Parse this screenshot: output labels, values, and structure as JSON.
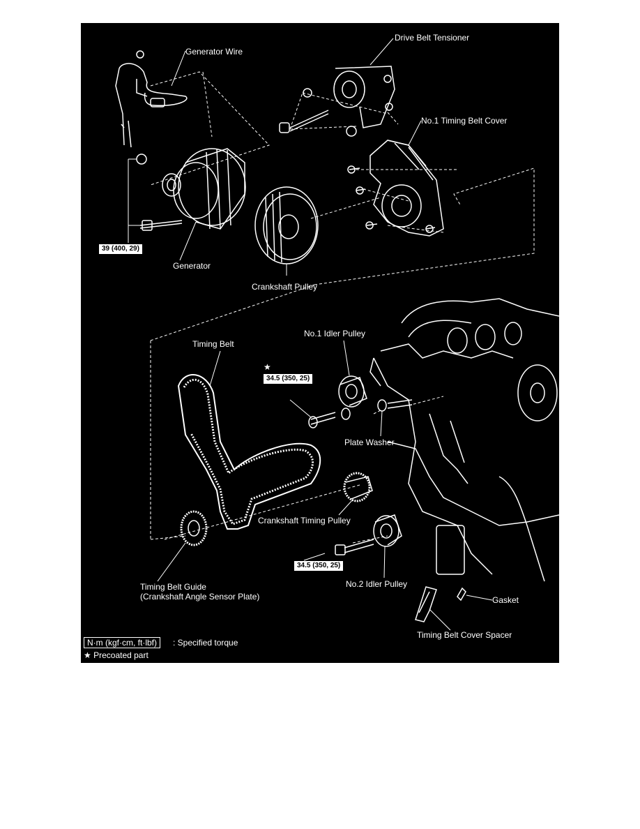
{
  "labels": {
    "generator_wire": "Generator Wire",
    "drive_belt_tensioner": "Drive Belt Tensioner",
    "no1_timing_belt_cover": "No.1 Timing Belt Cover",
    "generator": "Generator",
    "crankshaft_pulley": "Crankshaft Pulley",
    "timing_belt": "Timing Belt",
    "no1_idler_pulley": "No.1 Idler Pulley",
    "plate_washer": "Plate Washer",
    "crankshaft_timing_pulley": "Crankshaft Timing Pulley",
    "no2_idler_pulley": "No.2 Idler Pulley",
    "timing_belt_guide_line1": "Timing Belt Guide",
    "timing_belt_guide_line2": "(Crankshaft Angle Sensor Plate)",
    "gasket": "Gasket",
    "timing_belt_cover_spacer": "Timing Belt Cover Spacer"
  },
  "torque": {
    "generator_bolt": "39 (400, 29)",
    "idler1_bolt": "34.5 (350, 25)",
    "idler2_bolt": "34.5 (350, 25)",
    "star": "★"
  },
  "legend": {
    "unit_box": "N·m (kgf·cm, ft·lbf)",
    "unit_text": ": Specified torque",
    "precoated": "★ Precoated part"
  },
  "colors": {
    "panel": "#000000",
    "ink": "#ffffff"
  }
}
